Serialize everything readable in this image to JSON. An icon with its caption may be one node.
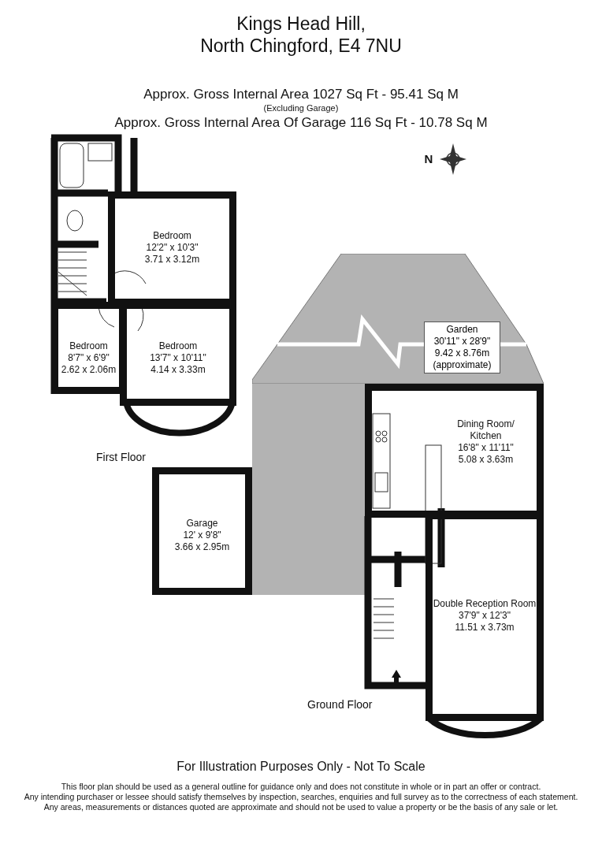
{
  "diagram": {
    "title": "Kings Head Hill, North Chingford, E4 7NU",
    "nodes": [
      {
        "text": [
          "Bedroom",
          "12'2\" x 10'3\"",
          "3.71 x 3.12m"
        ]
      },
      {
        "text": [
          "Bedroom",
          "8'7\" x 6'9\"",
          "2.62 x 2.06m"
        ]
      },
      {
        "text": [
          "Bedroom",
          "13'7\" x 10'11\"",
          "4.14 x 3.33m"
        ]
      },
      {
        "text": [
          "Garden",
          "30'11\" x 28'9\"",
          "9.42 x 8.76m",
          "(approximate)"
        ]
      },
      {
        "text": [
          "Dining Room/ Kitchen",
          "16'8\" x 11'11\"",
          "5.08 x 3.63m"
        ]
      },
      {
        "text": [
          "Garage",
          "12' x 9'8\"",
          "3.66 x 2.95m"
        ]
      },
      {
        "text": [
          "Double Reception Room",
          "37'9\" x 12'3\"",
          "11.51 x 3.73m"
        ]
      }
    ],
    "labels": [
      "Approx. Gross Internal Area 1027 Sq Ft - 95.41 Sq M",
      "(Excluding Garage)",
      "Approx. Gross Internal Area Of Garage 116 Sq Ft - 10.78 Sq M",
      "N",
      "First Floor",
      "Ground Floor",
      "For Illustration Purposes Only - Not To Scale",
      "This floor plan should be used as a general outline for guidance only and does not constitute in whole or in part an offer or contract.",
      "Any intending purchaser or lessee should satisfy themselves by inspection, searches, enquiries and full survey as to the correctness of each statement.",
      "Any areas, measurements or distances quoted are approximate and should not be used to value a property or be the basis of any sale or let."
    ]
  }
}
